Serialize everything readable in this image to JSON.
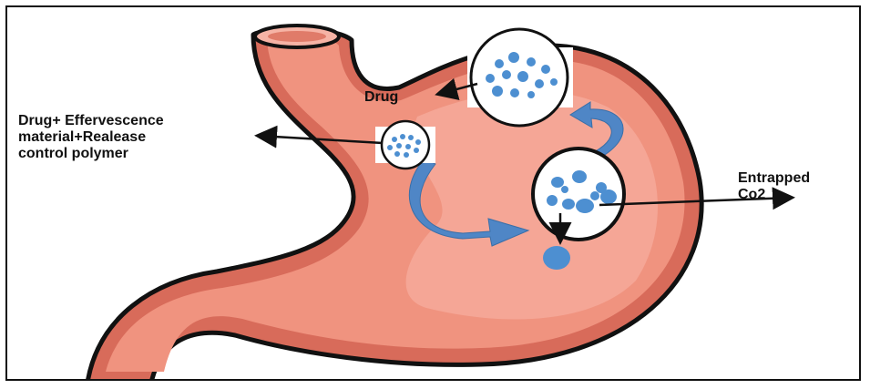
{
  "labels": {
    "drug": "Drug",
    "effervescence": "Drug+ Effervescence\nmaterial+Realease\ncontrol polymer",
    "entrapped_co2": "Entrapped\nCo2"
  },
  "colors": {
    "stomach_fill": "#f0937f",
    "stomach_dark": "#d86b5a",
    "stomach_inner": "#f6a99a",
    "outline": "#111111",
    "particle": "#4d8fd1",
    "arrow_blue": "#4f86c6",
    "arrow_black": "#111111"
  }
}
